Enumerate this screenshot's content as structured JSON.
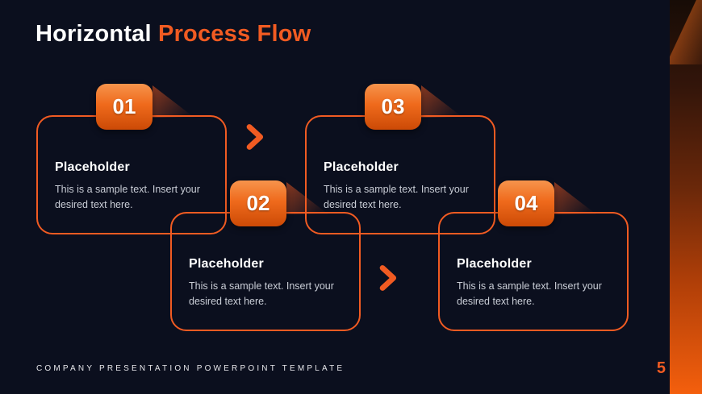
{
  "slide": {
    "title_white": "Horizontal ",
    "title_accent": "Process Flow",
    "footer": "COMPANY PRESENTATION POWERPOINT TEMPLATE",
    "page_number": "5"
  },
  "steps": [
    {
      "number": "01",
      "heading": "Placeholder",
      "body": "This is a sample text. Insert your desired text here."
    },
    {
      "number": "02",
      "heading": "Placeholder",
      "body": "This is a sample text. Insert your desired text here."
    },
    {
      "number": "03",
      "heading": "Placeholder",
      "body": "This is a sample text. Insert your desired text here."
    },
    {
      "number": "04",
      "heading": "Placeholder",
      "body": "This is a sample text. Insert your desired text here."
    }
  ],
  "colors": {
    "background": "#0B0F1E",
    "accent": "#F15B22",
    "badge_gradient_top": "#F6944C",
    "badge_gradient_bottom": "#CC4A06",
    "body_text": "#C9CDD6"
  }
}
